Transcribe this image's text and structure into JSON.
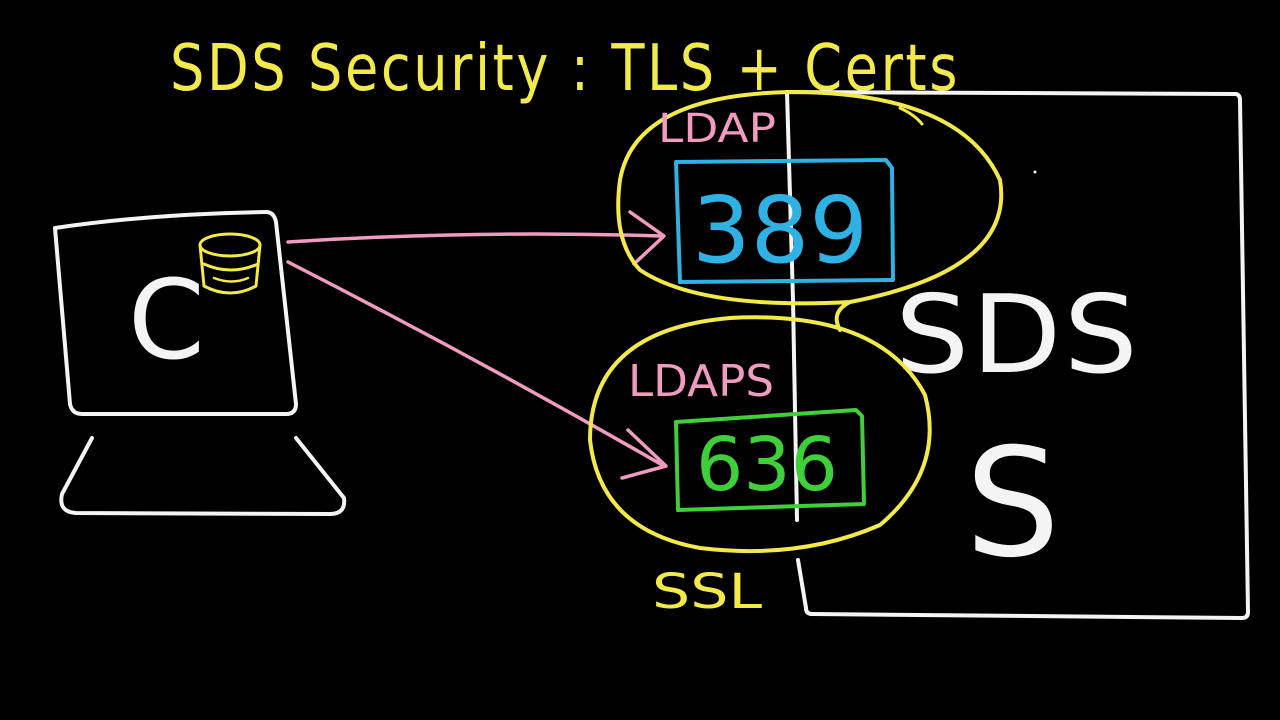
{
  "title": "SDS Security : TLS + Certs",
  "client": {
    "label": "C"
  },
  "ldap": {
    "label": "LDAP",
    "port": "389"
  },
  "ldaps": {
    "label": "LDAPS",
    "port": "636",
    "caption": "SSL"
  },
  "server": {
    "label": "SDS",
    "sublabel": "S"
  },
  "colors": {
    "background": "#000000",
    "title": "#f2e94a",
    "chalk_white": "#f4f4f4",
    "pink": "#f19bc0",
    "blue": "#2fb2e3",
    "green": "#3fcf3a",
    "yellow": "#f2e94a"
  }
}
